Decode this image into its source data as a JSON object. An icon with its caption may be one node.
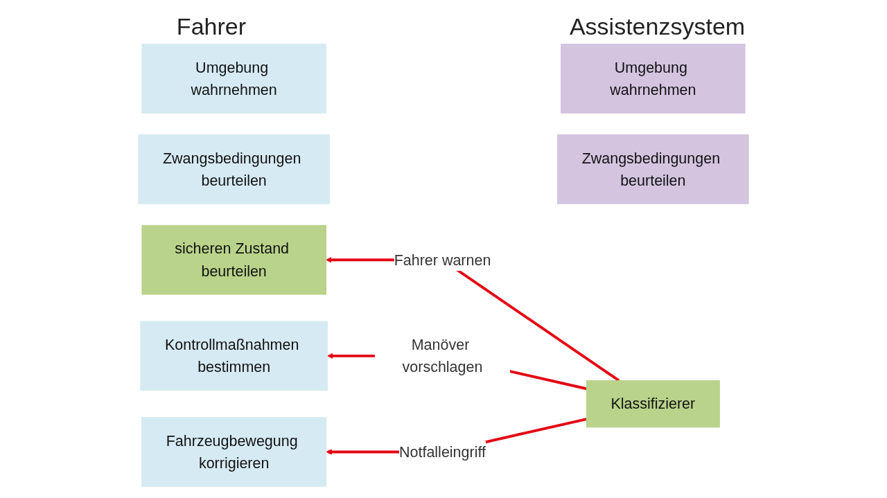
{
  "diagram": {
    "nodes": [
      {
        "text": [
          "Umgebung wahrnehmen"
        ]
      },
      {
        "text": [
          "Umgebung wahrnehmen"
        ]
      },
      {
        "text": [
          "Zwangsbedingungen beurteilen"
        ]
      },
      {
        "text": [
          "Zwangsbedingungen beurteilen"
        ]
      },
      {
        "text": [
          "sicheren Zustand beurteilen"
        ]
      },
      {
        "text": [
          "Klassifizierer"
        ]
      },
      {
        "text": [
          "Kontrollmaßnahmen bestimmen"
        ]
      },
      {
        "text": [
          "Fahrzeugbewegung korrigieren"
        ]
      }
    ],
    "edges": [
      {
        "from": 5,
        "to": 4,
        "arrow": "to",
        "label": "Fahrer warnen"
      },
      {
        "from": 5,
        "to": 6,
        "arrow": "to",
        "label": "Manöver vorschlagen"
      },
      {
        "from": 5,
        "to": 7,
        "arrow": "to",
        "label": "Notfalleingriff"
      }
    ],
    "labels": [
      "Fahrer",
      "Assistenzsystem"
    ]
  }
}
